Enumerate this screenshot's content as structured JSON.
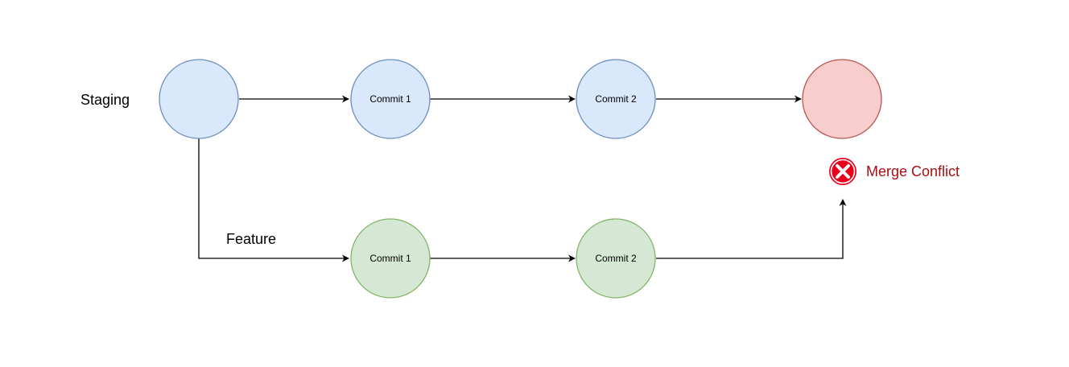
{
  "diagram": {
    "branches": {
      "staging": "Staging",
      "feature": "Feature"
    },
    "staging_commits": [
      "Commit 1",
      "Commit 2"
    ],
    "feature_commits": [
      "Commit 1",
      "Commit 2"
    ],
    "conflict": {
      "label": "Merge Conflict",
      "icon": "error-x-icon"
    },
    "colors": {
      "staging_fill": "#dae8fc",
      "staging_stroke": "#6c8ebf",
      "feature_fill": "#d5e8d4",
      "feature_stroke": "#82b366",
      "conflict_fill": "#f8cecc",
      "conflict_stroke": "#b85450",
      "conflict_text": "#a50f15",
      "error_icon": "#e8001c",
      "edge": "#000000"
    }
  }
}
